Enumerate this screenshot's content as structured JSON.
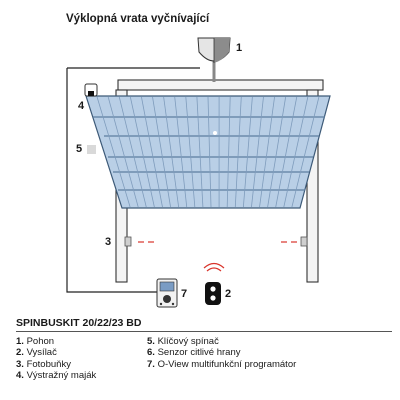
{
  "title": "Výklopná vrata vyčnívající",
  "callouts": [
    "1",
    "2",
    "3",
    "4",
    "5",
    "7"
  ],
  "kit_title": "SPINBUSKIT 20/22/23  BD",
  "legend": [
    {
      "num": "1.",
      "label": "Pohon"
    },
    {
      "num": "2.",
      "label": "Vysílač"
    },
    {
      "num": "3.",
      "label": "Fotobuňky"
    },
    {
      "num": "4.",
      "label": "Výstražný maják"
    },
    {
      "num": "5.",
      "label": "Klíčový spínač"
    },
    {
      "num": "6.",
      "label": "Senzor citlivé hrany"
    },
    {
      "num": "7.",
      "label": "O-View multifunkční programátor"
    }
  ],
  "colors": {
    "door_blue": "#b9cfe6",
    "door_outline": "#3d5a78",
    "beam_red": "#d9342b",
    "frame_fill": "#f4f4f4",
    "wire": "#222222"
  },
  "icons": [
    "motor-icon",
    "transmitter-icon",
    "photocell-icon",
    "warning-lamp-icon",
    "key-switch-icon",
    "programmer-icon",
    "signal-waves-icon"
  ]
}
